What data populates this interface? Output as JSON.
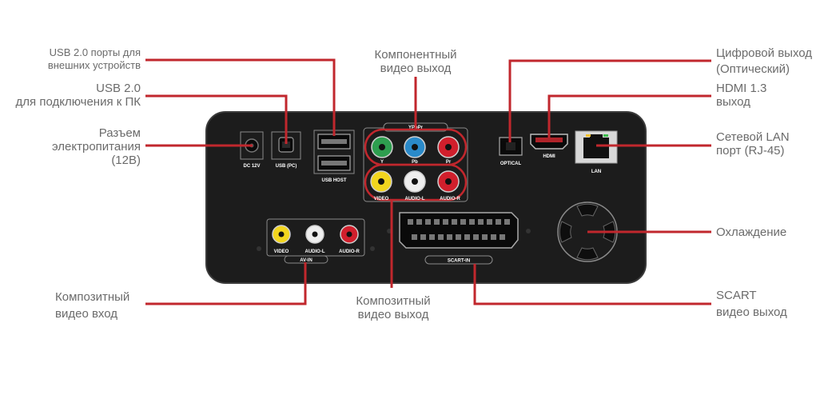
{
  "labels": {
    "usb_ports": [
      "USB 2.0 порты для",
      "внешних устройств"
    ],
    "usb_pc": [
      "USB 2.0",
      "для подключения к ПК"
    ],
    "power": [
      "Разъем",
      "электропитания",
      "(12В)"
    ],
    "component": [
      "Компонентный",
      "видео выход"
    ],
    "composite_in": [
      "Композитный",
      "видео вход"
    ],
    "composite_out": [
      "Композитный",
      "видео выход"
    ],
    "optical": [
      "Цифровой выход",
      "(Оптический)"
    ],
    "hdmi": [
      "HDMI 1.3",
      "выход"
    ],
    "lan": [
      "Сетевой LAN",
      "порт (RJ-45)"
    ],
    "cooling": [
      "Охлаждение"
    ],
    "scart": [
      "SCART",
      "видео выход"
    ]
  },
  "device": {
    "dc": "DC 12V",
    "usb_pc": "USB (PC)",
    "usb_host": "USB HOST",
    "component_top": "YPbPr",
    "component_ch": [
      "Y",
      "Pb",
      "Pr"
    ],
    "video": "VIDEO",
    "audio_l": "AUDIO-L",
    "audio_r": "AUDIO-R",
    "optical": "OPTICAL",
    "hdmi": "HDMI",
    "lan": "LAN",
    "av_in": "AV-IN",
    "scart_in": "SCART-IN"
  },
  "colors": {
    "leader": "#c1272d",
    "device_body": "#1c1c1c",
    "rca_green": "#2e9e4f",
    "rca_blue": "#2a8ac9",
    "rca_red": "#d11f2c",
    "rca_yellow": "#f2d51e",
    "rca_white": "#eeeeee"
  }
}
